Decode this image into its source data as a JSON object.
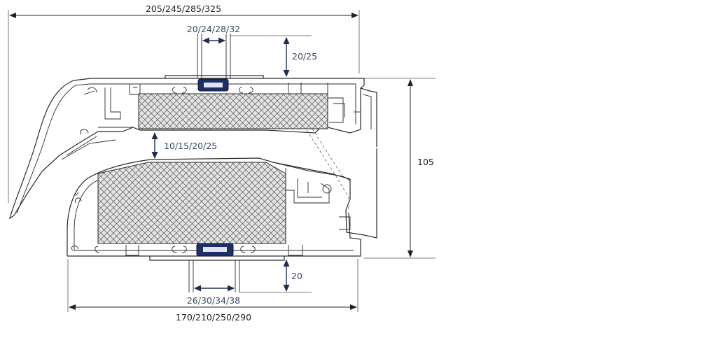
{
  "dimensions": {
    "top_overall_width": "205/245/285/325",
    "top_rebate_width": "20/24/28/32",
    "top_rebate_depth": "20/25",
    "gap": "10/15/20/25",
    "total_height": "105",
    "bottom_rebate_depth": "20",
    "bottom_rebate_width": "26/30/34/38",
    "bottom_overall_width": "170/210/250/290"
  },
  "colors": {
    "accent": "#1f2d4f",
    "gasket": "#1f2f66",
    "line": "#2a2a2a"
  }
}
